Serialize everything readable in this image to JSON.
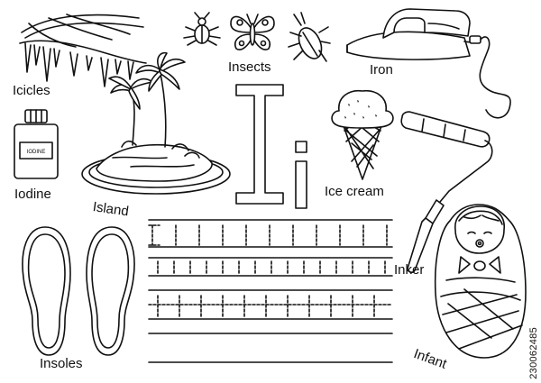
{
  "labels": {
    "icicles": "Icicles",
    "insects": "Insects",
    "iron": "Iron",
    "iodine": "Iodine",
    "iodine_bottle": "IODINE",
    "island": "Island",
    "ice_cream": "Ice cream",
    "inker": "Inker",
    "insoles": "Insoles",
    "infant": "Infant"
  },
  "letters": {
    "upper": "I",
    "lower": "i"
  },
  "watermark": "230062485",
  "colors": {
    "ink": "#111111",
    "paper": "#ffffff"
  }
}
